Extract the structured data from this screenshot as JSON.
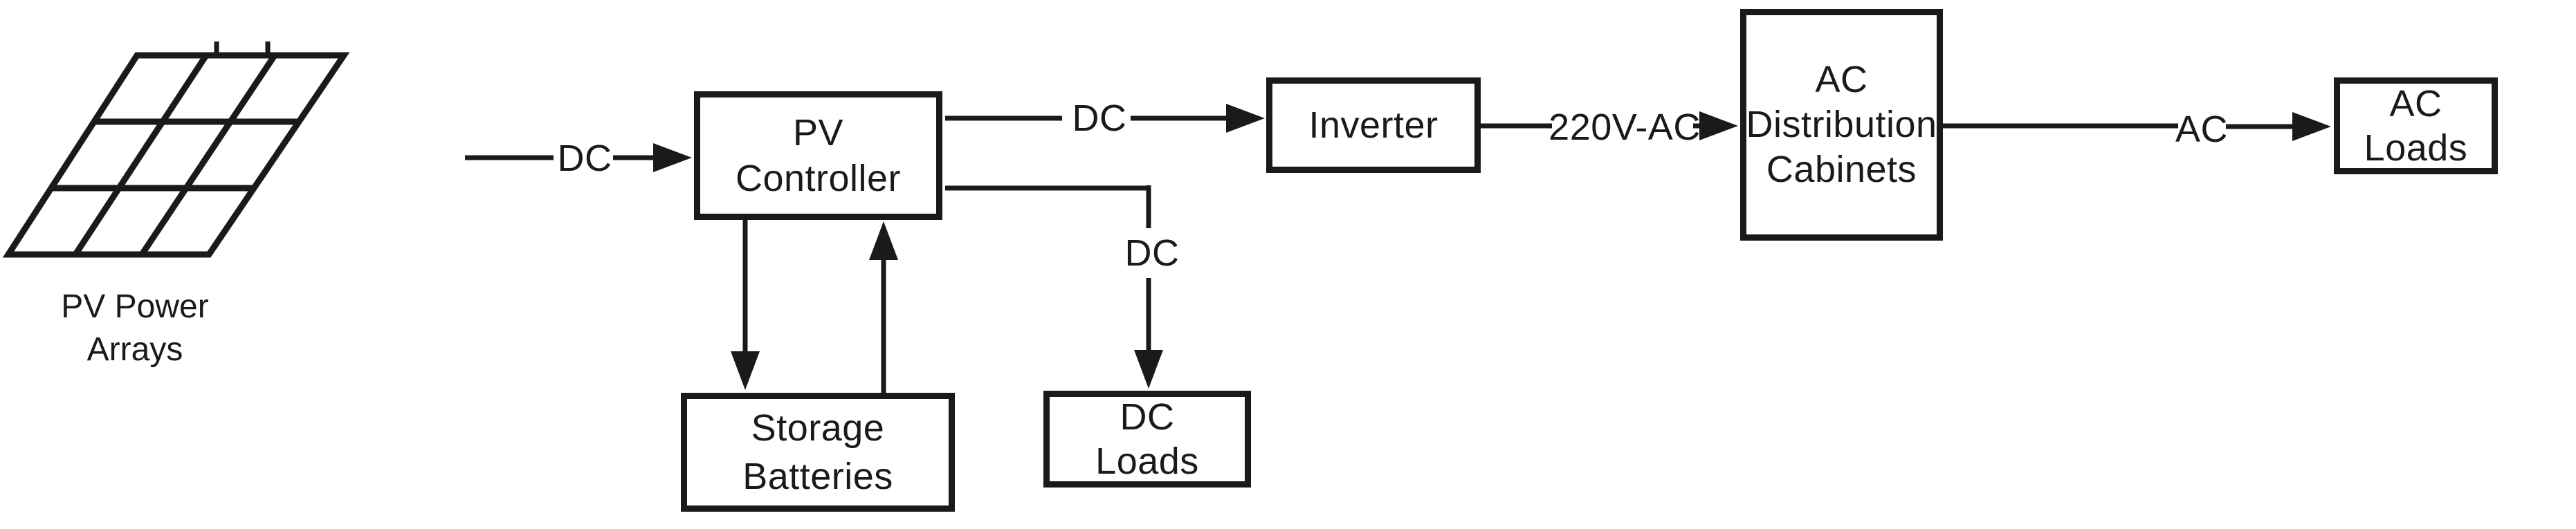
{
  "diagram": {
    "type": "block-diagram",
    "subject": "PV solar power system",
    "colors": {
      "background": "#ffffff",
      "stroke": "#1a1a1a",
      "text": "#1a1a1a"
    },
    "nodes": {
      "pv_power_arrays": {
        "label_line1": "PV Power",
        "label_line2": "Arrays"
      },
      "pv_controller": {
        "label_line1": "PV",
        "label_line2": "Controller"
      },
      "inverter": {
        "label": "Inverter"
      },
      "ac_distribution_cabinets": {
        "label_line1": "AC",
        "label_line2": "Distribution",
        "label_line3": "Cabinets"
      },
      "ac_loads": {
        "label_line1": "AC",
        "label_line2": "Loads"
      },
      "storage_batteries": {
        "label_line1": "Storage",
        "label_line2": "Batteries"
      },
      "dc_loads": {
        "label_line1": "DC",
        "label_line2": "Loads"
      }
    },
    "edges": {
      "array_to_controller_label": "DC",
      "controller_to_inverter_label": "DC",
      "controller_to_dc_loads_label": "DC",
      "inverter_to_distribution_label": "220V-AC",
      "distribution_to_ac_loads_label": "AC"
    }
  }
}
